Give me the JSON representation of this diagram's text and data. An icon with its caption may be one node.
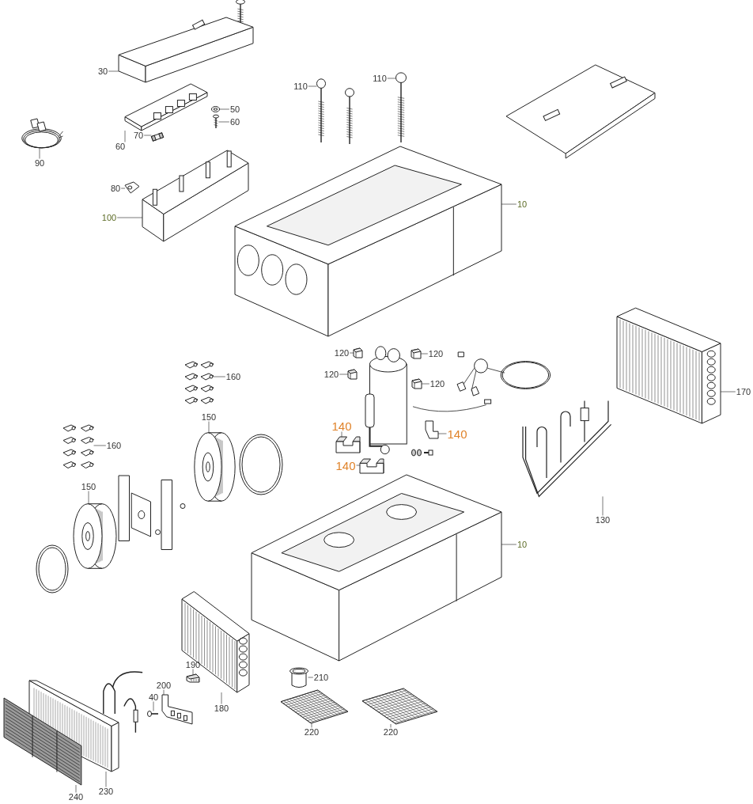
{
  "diagram": {
    "nodes": [
      {
        "text": [
          "30"
        ]
      },
      {
        "text": [
          "50"
        ]
      },
      {
        "text": [
          "60"
        ]
      },
      {
        "text": [
          "70"
        ]
      },
      {
        "text": [
          "60"
        ]
      },
      {
        "text": [
          "90"
        ]
      },
      {
        "text": [
          "80"
        ]
      },
      {
        "text": [
          "100"
        ]
      },
      {
        "text": [
          "110"
        ]
      },
      {
        "text": [
          "110"
        ]
      },
      {
        "text": [
          "10"
        ]
      },
      {
        "text": [
          "120"
        ]
      },
      {
        "text": [
          "120"
        ]
      },
      {
        "text": [
          "120"
        ]
      },
      {
        "text": [
          "120"
        ]
      },
      {
        "text": [
          "140"
        ]
      },
      {
        "text": [
          "140"
        ]
      },
      {
        "text": [
          "140"
        ]
      },
      {
        "text": [
          "160"
        ]
      },
      {
        "text": [
          "150"
        ]
      },
      {
        "text": [
          "160"
        ]
      },
      {
        "text": [
          "150"
        ]
      },
      {
        "text": [
          "170"
        ]
      },
      {
        "text": [
          "130"
        ]
      },
      {
        "text": [
          "10"
        ]
      },
      {
        "text": [
          "190"
        ]
      },
      {
        "text": [
          "200"
        ]
      },
      {
        "text": [
          "40"
        ]
      },
      {
        "text": [
          "210"
        ]
      },
      {
        "text": [
          "180"
        ]
      },
      {
        "text": [
          "220"
        ]
      },
      {
        "text": [
          "220"
        ]
      },
      {
        "text": [
          "230"
        ]
      },
      {
        "text": [
          "240"
        ]
      },
      {
        "text": [],
        "shape": "picture"
      },
      {
        "text": [],
        "shape": "picture"
      },
      {
        "text": [],
        "shape": "picture"
      },
      {
        "text": [],
        "shape": "picture"
      },
      {
        "text": [],
        "shape": "picture"
      },
      {
        "text": [],
        "shape": "picture"
      },
      {
        "text": [],
        "shape": "picture"
      },
      {
        "text": [],
        "shape": "picture"
      },
      {
        "text": [],
        "shape": "picture"
      },
      {
        "text": [],
        "shape": "picture"
      },
      {
        "text": [],
        "shape": "picture"
      },
      {
        "text": [],
        "shape": "picture"
      },
      {
        "text": [],
        "shape": "picture"
      },
      {
        "text": [],
        "shape": "picture"
      },
      {
        "text": [],
        "shape": "picture"
      },
      {
        "text": [],
        "shape": "picture"
      },
      {
        "text": [],
        "shape": "picture"
      },
      {
        "text": [],
        "shape": "picture"
      },
      {
        "text": [],
        "shape": "picture"
      },
      {
        "text": [],
        "shape": "picture"
      },
      {
        "text": [],
        "shape": "picture"
      },
      {
        "text": [],
        "shape": "picture"
      },
      {
        "text": [],
        "shape": "picture"
      },
      {
        "text": [],
        "shape": "picture"
      },
      {
        "text": [],
        "shape": "picture"
      },
      {
        "text": [],
        "shape": "picture"
      },
      {
        "text": [],
        "shape": "picture"
      },
      {
        "text": [],
        "shape": "picture"
      },
      {
        "text": [],
        "shape": "picture"
      },
      {
        "text": [],
        "shape": "picture"
      },
      {
        "text": [],
        "shape": "picture"
      },
      {
        "text": [],
        "shape": "picture"
      },
      {
        "text": [],
        "shape": "picture"
      },
      {
        "text": [],
        "shape": "picture"
      }
    ],
    "edges": [
      {
        "from": 0,
        "to": 34,
        "arrow": "none"
      },
      {
        "from": 1,
        "to": 35,
        "arrow": "none"
      },
      {
        "from": 2,
        "to": 36,
        "arrow": "none"
      },
      {
        "from": 3,
        "to": 37,
        "arrow": "none"
      },
      {
        "from": 4,
        "to": 38,
        "arrow": "none"
      },
      {
        "from": 5,
        "to": 39,
        "arrow": "none"
      },
      {
        "from": 6,
        "to": 40,
        "arrow": "none"
      },
      {
        "from": 7,
        "to": 41,
        "arrow": "none"
      },
      {
        "from": 8,
        "to": 42,
        "arrow": "none"
      },
      {
        "from": 9,
        "to": 43,
        "arrow": "none"
      },
      {
        "from": 10,
        "to": 44,
        "arrow": "none"
      },
      {
        "from": 11,
        "to": 45,
        "arrow": "none"
      },
      {
        "from": 12,
        "to": 46,
        "arrow": "none"
      },
      {
        "from": 13,
        "to": 47,
        "arrow": "none"
      },
      {
        "from": 14,
        "to": 48,
        "arrow": "none"
      },
      {
        "from": 15,
        "to": 49,
        "arrow": "none"
      },
      {
        "from": 16,
        "to": 50,
        "arrow": "none"
      },
      {
        "from": 17,
        "to": 51,
        "arrow": "none"
      },
      {
        "from": 18,
        "to": 52,
        "arrow": "none"
      },
      {
        "from": 19,
        "to": 53,
        "arrow": "none"
      },
      {
        "from": 20,
        "to": 54,
        "arrow": "none"
      },
      {
        "from": 21,
        "to": 55,
        "arrow": "none"
      },
      {
        "from": 22,
        "to": 56,
        "arrow": "none"
      },
      {
        "from": 23,
        "to": 57,
        "arrow": "none"
      },
      {
        "from": 24,
        "to": 58,
        "arrow": "none"
      },
      {
        "from": 25,
        "to": 59,
        "arrow": "none"
      },
      {
        "from": 26,
        "to": 60,
        "arrow": "none"
      },
      {
        "from": 27,
        "to": 61,
        "arrow": "none"
      },
      {
        "from": 28,
        "to": 62,
        "arrow": "none"
      },
      {
        "from": 29,
        "to": 63,
        "arrow": "none"
      },
      {
        "from": 30,
        "to": 64,
        "arrow": "none"
      },
      {
        "from": 31,
        "to": 65,
        "arrow": "none"
      },
      {
        "from": 32,
        "to": 66,
        "arrow": "none"
      },
      {
        "from": 33,
        "to": 67,
        "arrow": "none"
      }
    ]
  }
}
